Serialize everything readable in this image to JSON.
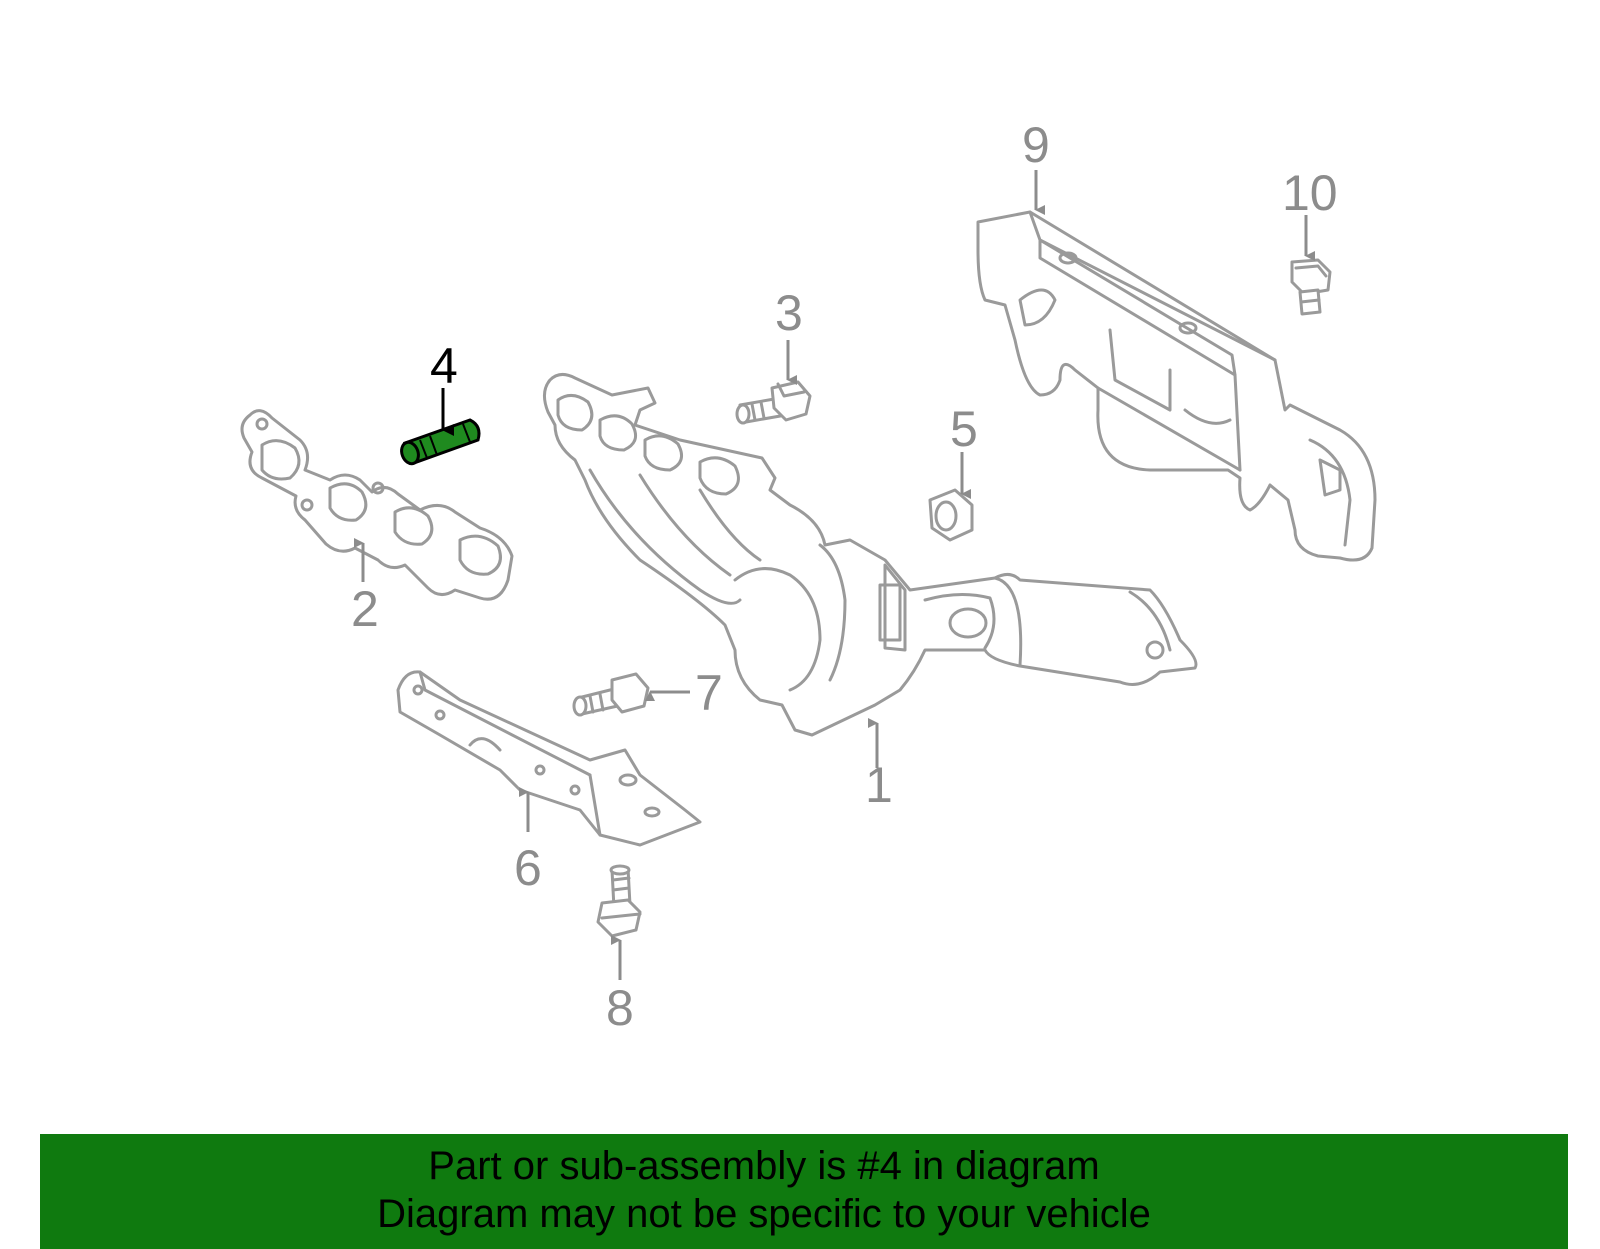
{
  "diagram": {
    "callouts": [
      {
        "label": "1"
      },
      {
        "label": "2"
      },
      {
        "label": "3"
      },
      {
        "label": "4"
      },
      {
        "label": "5"
      },
      {
        "label": "6"
      },
      {
        "label": "7"
      },
      {
        "label": "8"
      },
      {
        "label": "9"
      },
      {
        "label": "10"
      }
    ],
    "selected_part": "4",
    "colors": {
      "highlight": "#1f8a1f",
      "banner": "#0f7a0f",
      "line_art": "#9a9a9a"
    }
  },
  "banner": {
    "line1": "Part or sub-assembly is #4 in diagram",
    "line2": "Diagram may not be specific to your vehicle"
  }
}
